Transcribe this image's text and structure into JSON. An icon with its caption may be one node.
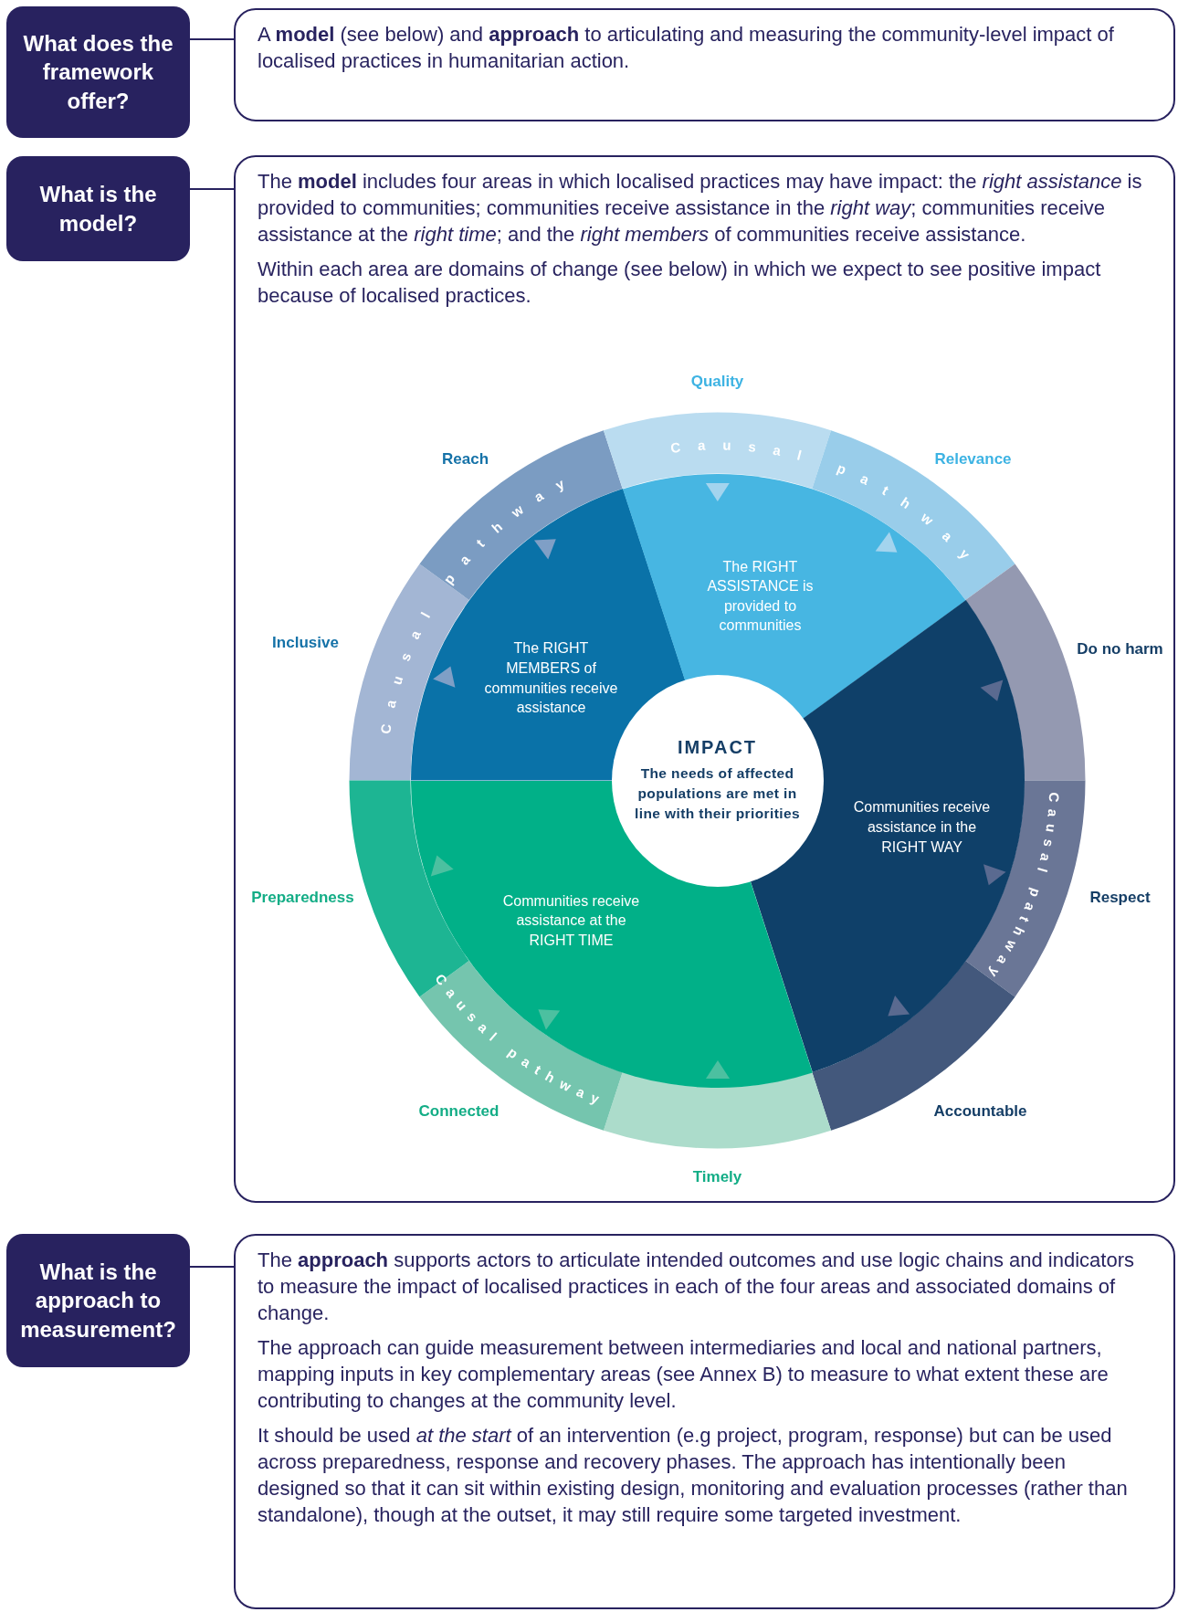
{
  "diagram": {
    "nodes": [
      {
        "text": [
          "What does the framework offer?"
        ]
      },
      {
        "text": [
          "A **model** (see below) and **approach** to articulating and measuring the community-level impact of localised practices in humanitarian action."
        ]
      },
      {
        "text": [
          "What is the model?"
        ]
      },
      {
        "text": [
          "The **model** includes four areas in which localised practices may have impact: the *right assistance* is provided to communities; communities receive assistance in the *right way*; communities receive assistance at the *right time*; and the *right members* of communities receive assistance.",
          "Within each area are domains of change (see below) in which we expect to see positive impact because of localised practices."
        ]
      },
      {
        "text": [
          "The RIGHT MEMBERS of communities receive assistance"
        ],
        "in": 3
      },
      {
        "text": [
          "The RIGHT ASSISTANCE is provided to communities"
        ],
        "in": 3
      },
      {
        "text": [
          "Communities receive assistance in the RIGHT WAY"
        ],
        "in": 3
      },
      {
        "text": [
          "Communities receive assistance at the RIGHT TIME"
        ],
        "in": 3
      },
      {
        "text": [
          "IMPACT",
          "The needs of affected populations are met in line with their priorities"
        ],
        "in": 3
      },
      {
        "text": [
          "What is the approach to measurement?"
        ]
      },
      {
        "text": [
          "The **approach** supports actors to articulate intended outcomes and use logic chains and indicators to measure the impact of localised practices in each of the four areas and associated domains of change.",
          "The approach can guide measurement between intermediaries and local and national partners, mapping inputs in key complementary areas (see Annex B) to measure to what extent these are contributing to changes at the community level.",
          "It should be used *at the start* of an intervention (e.g project, program, response) but can be used across preparedness, response and recovery phases. The approach has intentionally been designed so that it can sit within existing design, monitoring and evaluation processes (rather than standalone), though at the outset, it may still require some targeted investment."
        ]
      }
    ],
    "edges": [
      {
        "from": 0,
        "to": 1,
        "arrow": "none"
      },
      {
        "from": 2,
        "to": 3,
        "arrow": "none"
      },
      {
        "from": 9,
        "to": 10,
        "arrow": "none"
      }
    ],
    "labels": [
      "Quality",
      "Causal pathway",
      "Reach",
      "Relevance",
      "Causal pathway",
      "Inclusive",
      "Do no harm",
      "Causal pathway",
      "Preparedness",
      "Respect",
      "Causal pathway",
      "Connected",
      "Accountable",
      "Timely"
    ]
  }
}
